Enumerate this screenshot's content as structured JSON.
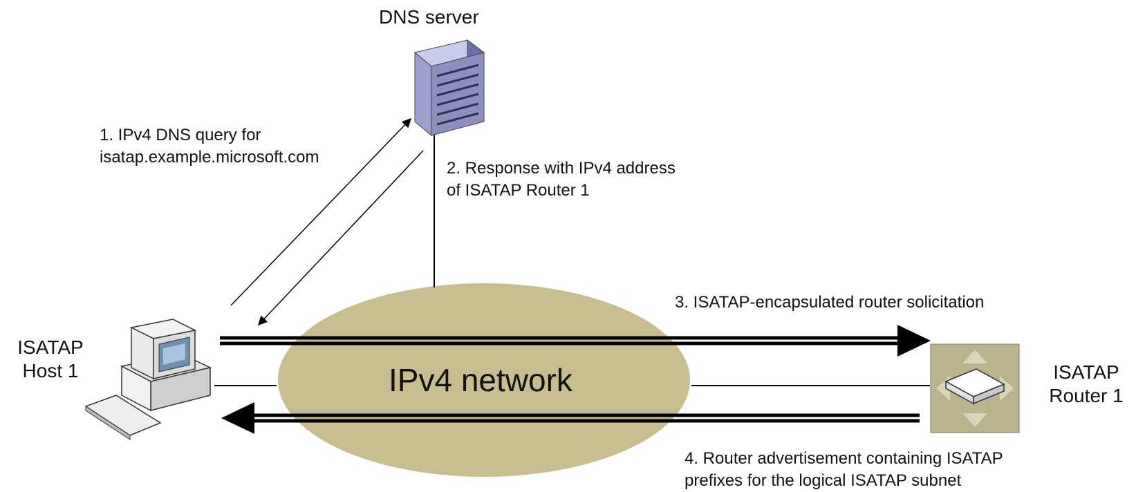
{
  "dns_server": {
    "label": "DNS server"
  },
  "host": {
    "label_line1": "ISATAP",
    "label_line2": "Host 1"
  },
  "router": {
    "label_line1": "ISATAP",
    "label_line2": "Router 1"
  },
  "network": {
    "label": "IPv4 network",
    "fill": "#c8bd8e"
  },
  "steps": [
    {
      "line1": "1. IPv4 DNS query for",
      "line2": "isatap.example.microsoft.com"
    },
    {
      "line1": "2. Response with IPv4 address",
      "line2": "of ISATAP Router 1"
    },
    {
      "line1": "3. ISATAP-encapsulated router solicitation"
    },
    {
      "line1": "4. Router advertisement containing ISATAP",
      "line2": "prefixes for the logical ISATAP subnet"
    }
  ],
  "colors": {
    "router_pad": "#b9b48c",
    "server_body": "#8d8fbf",
    "line": "#000000"
  }
}
